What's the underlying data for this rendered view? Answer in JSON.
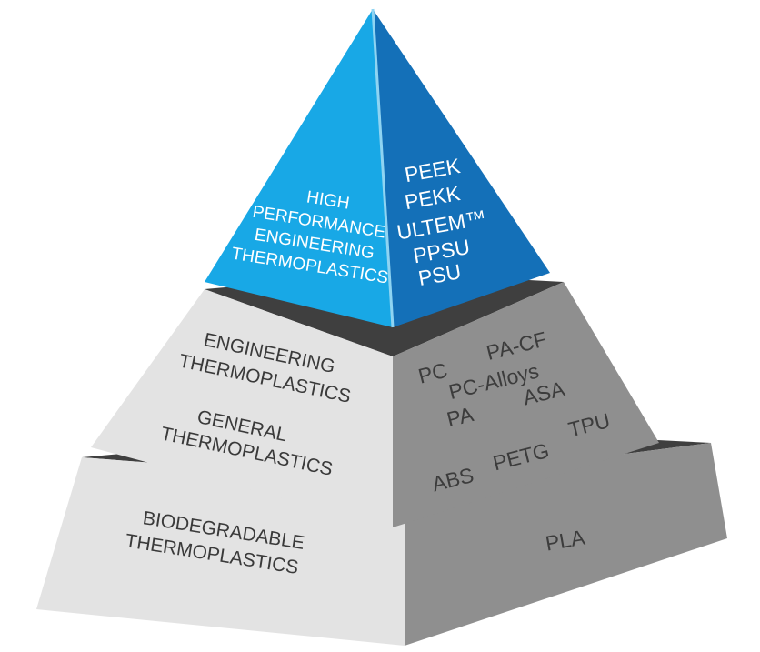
{
  "colors": {
    "tier_left_face": "#e3e3e3",
    "tier_right_face": "#8f8f8f",
    "tier_top_dark": "#3f3f3f",
    "tip_left_face": "#18a8e6",
    "tip_right_face": "#1470b8",
    "tip_edge": "#8fd4f2"
  },
  "tip": {
    "category": [
      "HIGH",
      "PERFORMANCE",
      "ENGINEERING",
      "THERMOPLASTICS"
    ],
    "materials": [
      "PEEK",
      "PEKK",
      "ULTEM™",
      "PPSU",
      "PSU"
    ]
  },
  "engineering": {
    "category": [
      "ENGINEERING",
      "THERMOPLASTICS"
    ],
    "materials": [
      "PC",
      "PA-CF",
      "PC-Alloys",
      "ASA",
      "PA"
    ]
  },
  "general": {
    "category": [
      "GENERAL",
      "THERMOPLASTICS"
    ],
    "materials": [
      "TPU",
      "ABS",
      "PETG"
    ]
  },
  "biodegradable": {
    "category": [
      "BIODEGRADABLE",
      "THERMOPLASTICS"
    ],
    "materials": [
      "PLA"
    ]
  }
}
